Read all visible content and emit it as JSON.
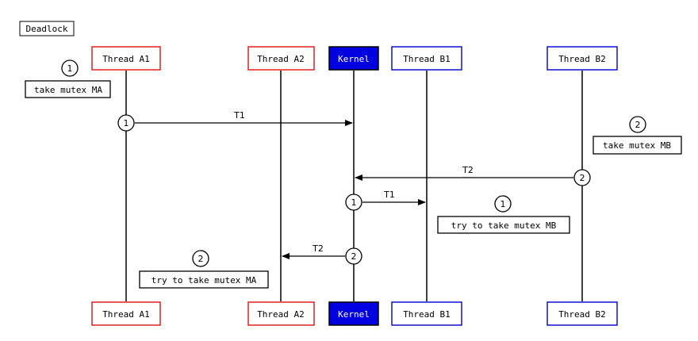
{
  "title": "Deadlock",
  "participants": [
    {
      "label": "Thread A1",
      "color": "#e02020",
      "fill": "#ffffff",
      "text": "#000000"
    },
    {
      "label": "Thread A2",
      "color": "#e02020",
      "fill": "#ffffff",
      "text": "#000000"
    },
    {
      "label": "Kernel",
      "color": "#000000",
      "fill": "#0000e0",
      "text": "#ffffff"
    },
    {
      "label": "Thread B1",
      "color": "#1010d0",
      "fill": "#ffffff",
      "text": "#000000"
    },
    {
      "label": "Thread B2",
      "color": "#1010d0",
      "fill": "#ffffff",
      "text": "#000000"
    }
  ],
  "messages": [
    {
      "label": "T1"
    },
    {
      "label": "T2"
    },
    {
      "label": "T1"
    },
    {
      "label": "T2"
    }
  ],
  "markers": [
    "1",
    "2",
    "1",
    "2"
  ],
  "notes": [
    {
      "num": "1",
      "text": "take mutex MA"
    },
    {
      "num": "2",
      "text": "take mutex MB"
    },
    {
      "num": "1",
      "text": "try to take mutex MB"
    },
    {
      "num": "2",
      "text": "try to take mutex MA"
    }
  ]
}
